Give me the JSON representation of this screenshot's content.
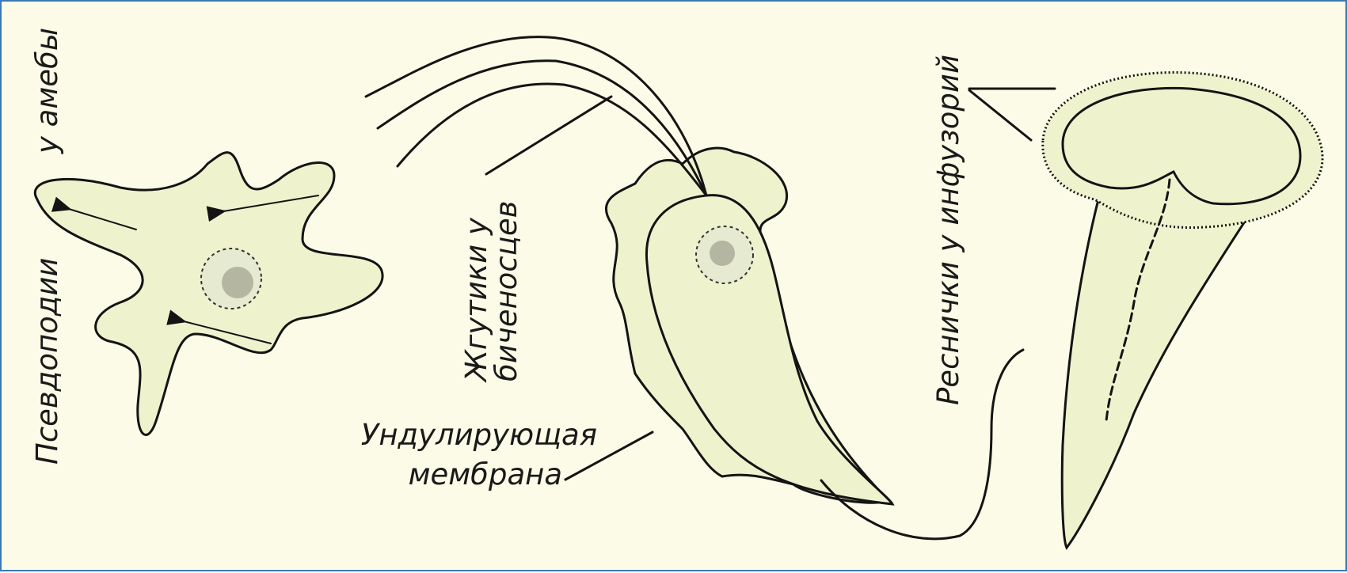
{
  "labels": {
    "pseudopodia_line1": "Псевдоподии",
    "pseudopodia_line2": "у амебы",
    "flagella_line1": "Жгутики у",
    "flagella_line2": "биченосцев",
    "membrane_line1": "Ундулирующая",
    "membrane_line2": "мембрана",
    "cilia": "Реснички у инфузорий"
  },
  "colors": {
    "background": "#fbfbe7",
    "cell_fill": "#eff3cd",
    "outline": "#141414",
    "frame_border": "#3c7ab4"
  }
}
